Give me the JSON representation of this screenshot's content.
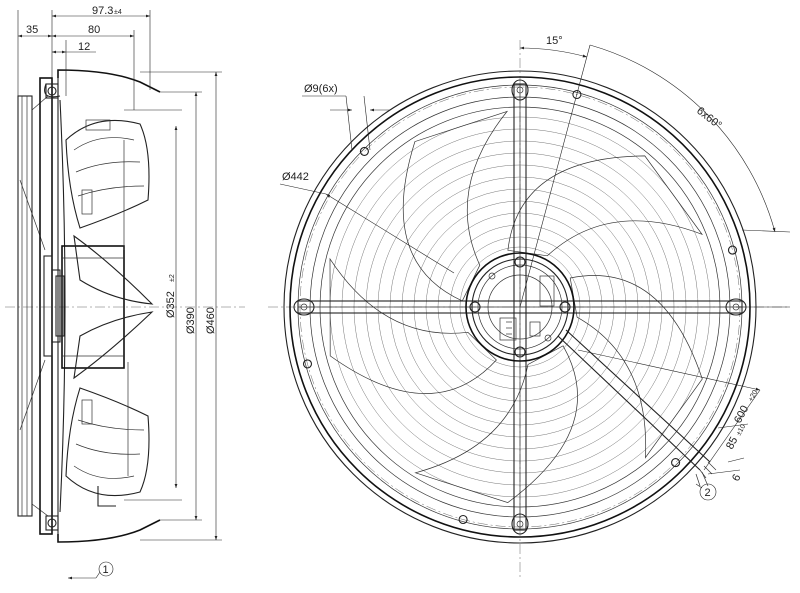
{
  "side_view": {
    "dim_97_3": "97.3",
    "dim_97_3_tol": "±4",
    "dim_35": "35",
    "dim_80": "80",
    "dim_12": "12",
    "dim_d352": "Ø352",
    "dim_d352_tol": "±2",
    "dim_d390": "Ø390",
    "dim_d460": "Ø460",
    "airflow_marker": "1"
  },
  "front_view": {
    "dim_15deg": "15°",
    "dim_6x60": "6x60°",
    "dim_d9": "Ø9(6x)",
    "dim_d442": "Ø442",
    "dim_600": "600",
    "dim_600_tol": "+20",
    "dim_85": "85",
    "dim_85_tol": "±10",
    "dim_6": "6",
    "cable_marker": "2"
  }
}
